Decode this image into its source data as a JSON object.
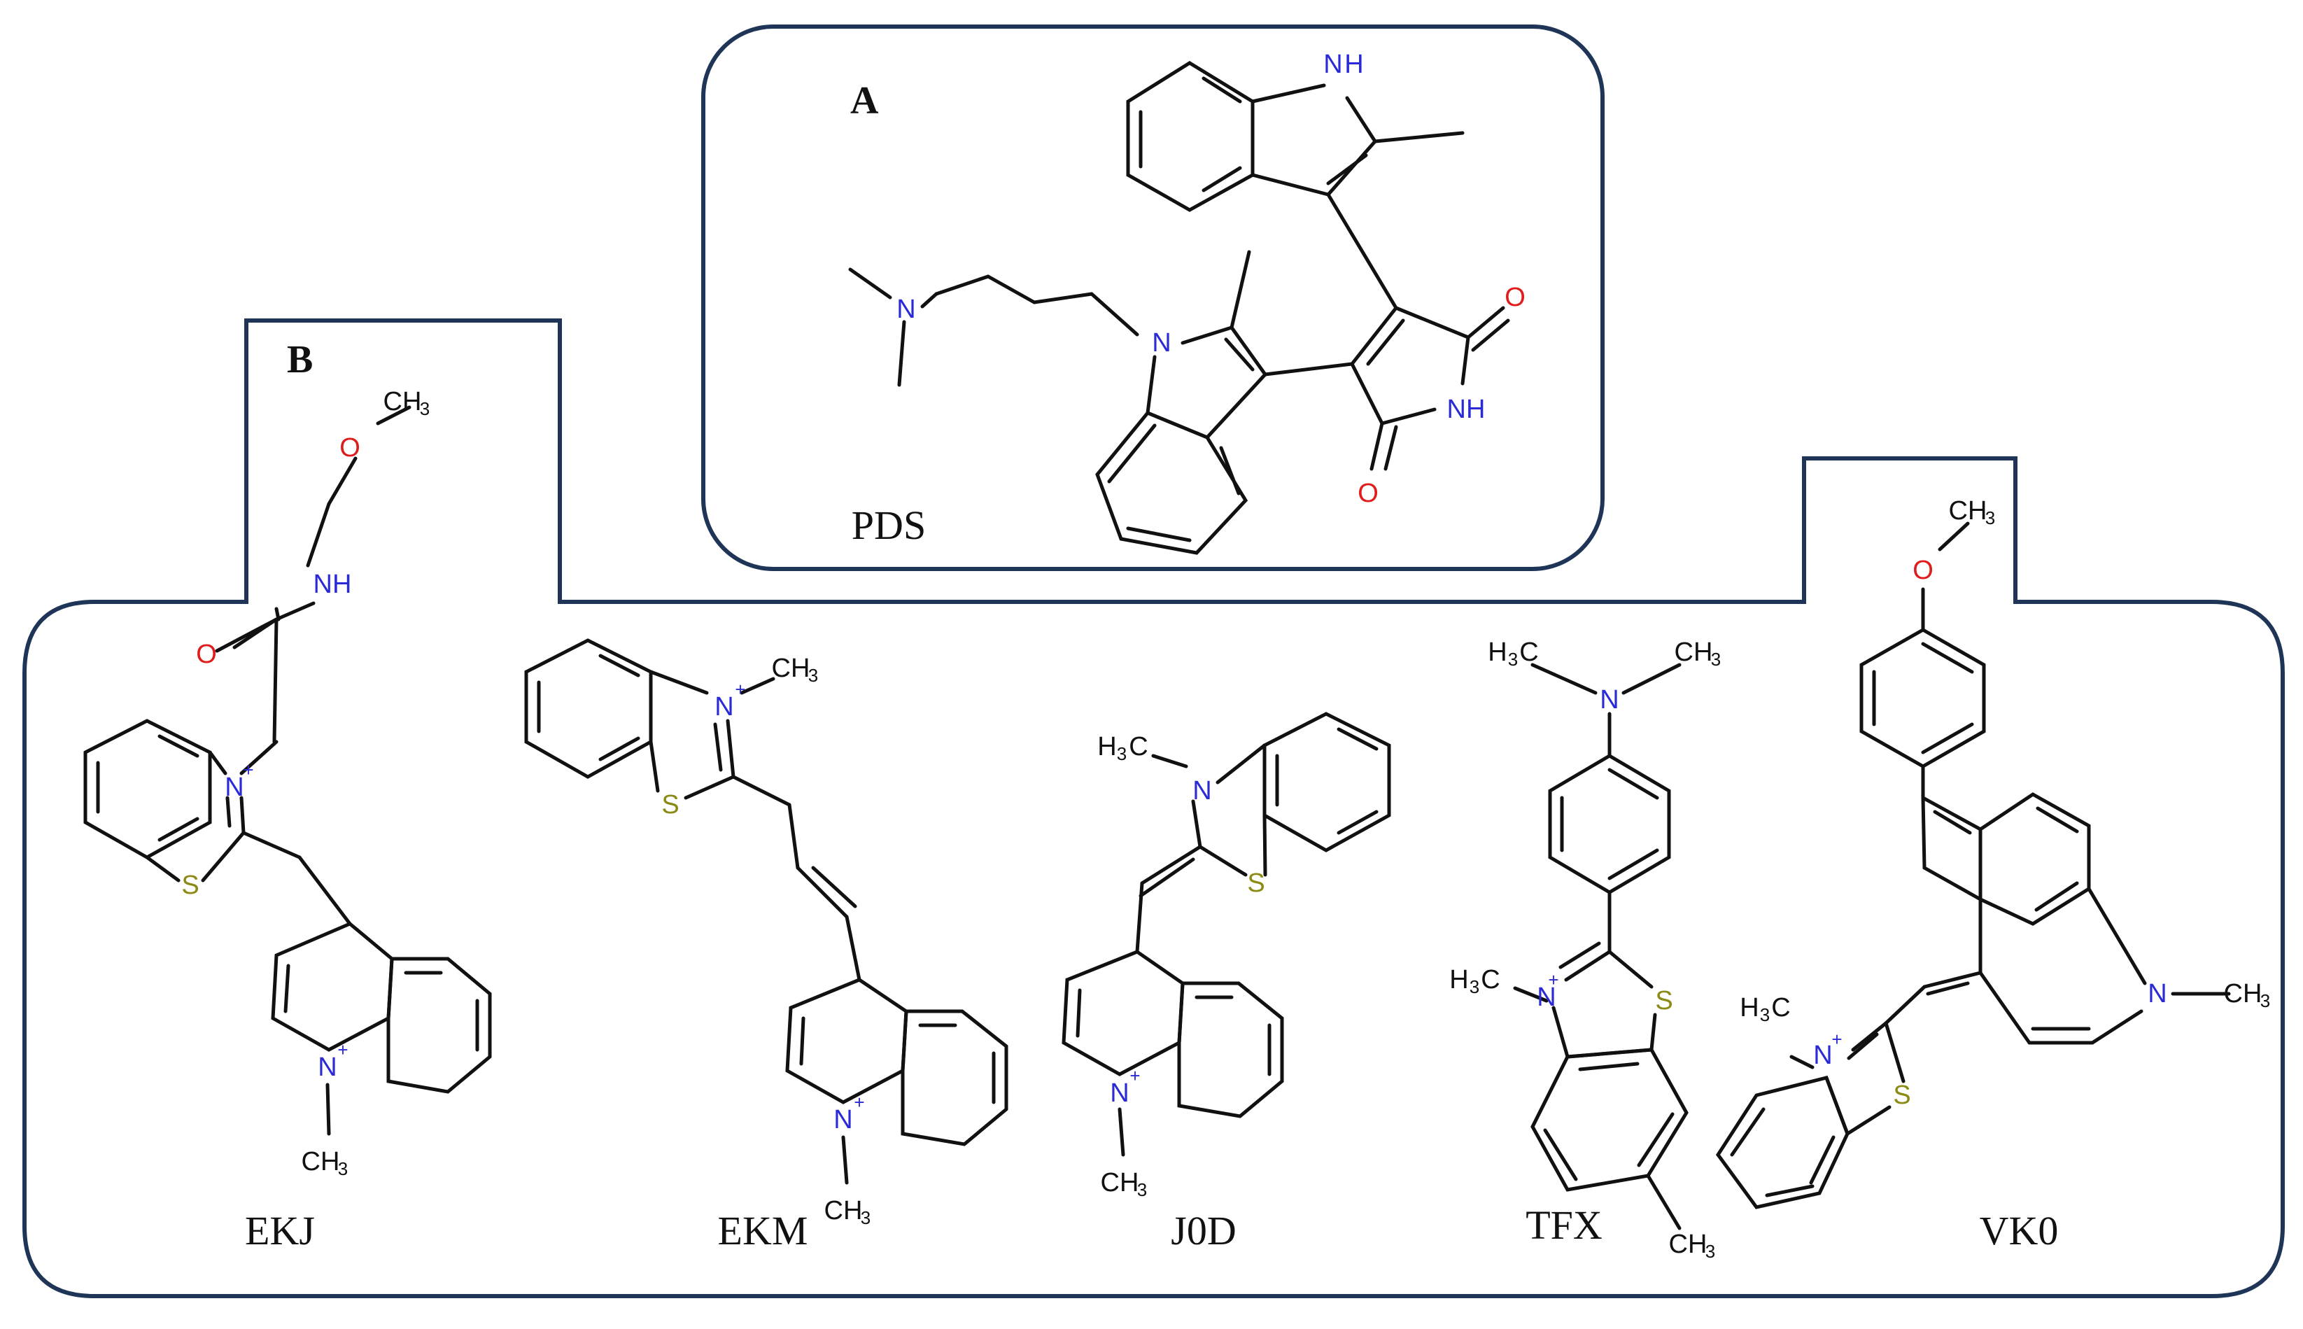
{
  "colors": {
    "panel_border": "#1f3557",
    "bond": "#111111",
    "nitrogen": "#2b2bd6",
    "oxygen": "#e01b1b",
    "sulfur": "#8a8a14"
  },
  "panels": {
    "a": {
      "letter": "A"
    },
    "b": {
      "letter": "B"
    }
  },
  "molecules": {
    "pds": {
      "name": "PDS"
    },
    "ekj": {
      "name": "EKJ"
    },
    "ekm": {
      "name": "EKM"
    },
    "j0d": {
      "name": "J0D"
    },
    "tfx": {
      "name": "TFX"
    },
    "vk0": {
      "name": "VK0"
    }
  },
  "atoms": {
    "N": "N",
    "NH": "NH",
    "HN_top": "H",
    "O": "O",
    "S": "S",
    "N_plus": "N",
    "plus": "+",
    "CH": "CH",
    "H": "H",
    "sub3": "3",
    "C": "C"
  }
}
